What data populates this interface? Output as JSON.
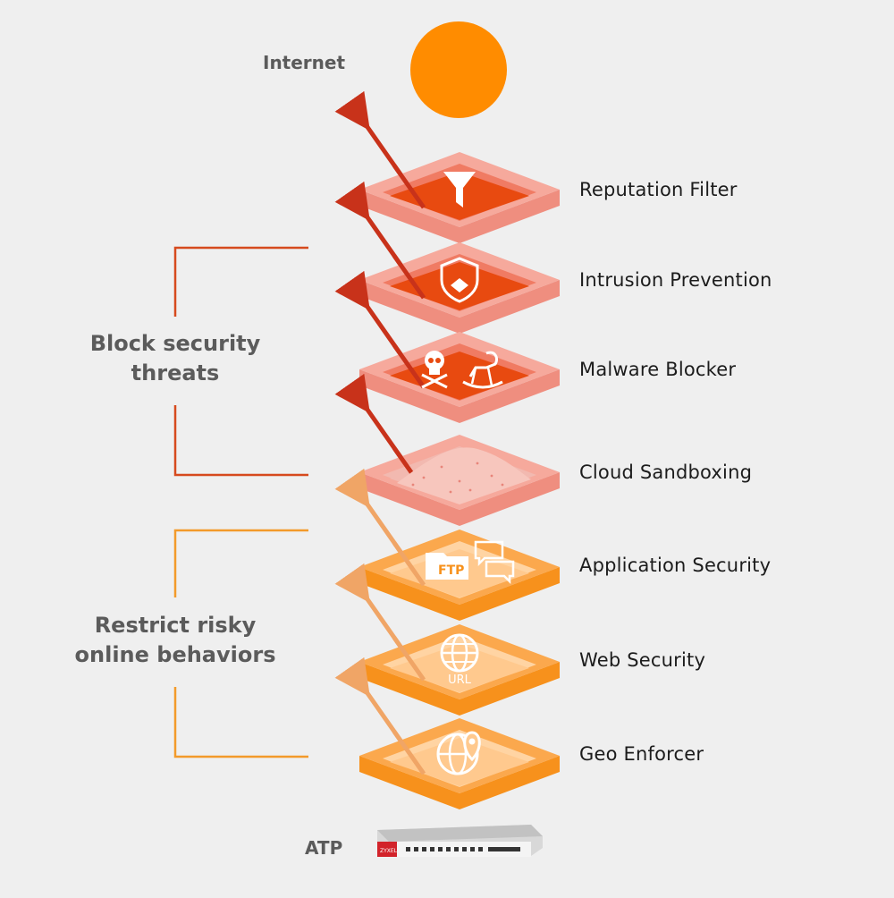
{
  "top": {
    "label": "Internet"
  },
  "bottom": {
    "label": "ATP",
    "brand": "ZYXEL"
  },
  "groups": [
    {
      "line1": "Block security",
      "line2": "threats",
      "color": "#d64a1e"
    },
    {
      "line1": "Restrict risky",
      "line2": "online behaviors",
      "color": "#f39a2a"
    }
  ],
  "layers": [
    {
      "label": "Reputation Filter",
      "icon": "funnel-icon",
      "theme": "red"
    },
    {
      "label": "Intrusion Prevention",
      "icon": "shield-icon",
      "theme": "red"
    },
    {
      "label": "Malware Blocker",
      "icon": "skull-and-horse-icon",
      "theme": "red"
    },
    {
      "label": "Cloud Sandboxing",
      "icon": "sand-icon",
      "theme": "sand"
    },
    {
      "label": "Application Security",
      "icon": "ftp-chat-icon",
      "theme": "orange",
      "icon_text": "FTP"
    },
    {
      "label": "Web Security",
      "icon": "globe-icon",
      "theme": "orange",
      "icon_text": "URL"
    },
    {
      "label": "Geo Enforcer",
      "icon": "geo-globe-icon",
      "theme": "orange"
    }
  ],
  "colors": {
    "internet": "#ff8c00",
    "red_arrow": "#c8321a",
    "orange_arrow": "#f0a566",
    "group_red": "#d64a1e",
    "group_orange": "#f39a2a"
  }
}
